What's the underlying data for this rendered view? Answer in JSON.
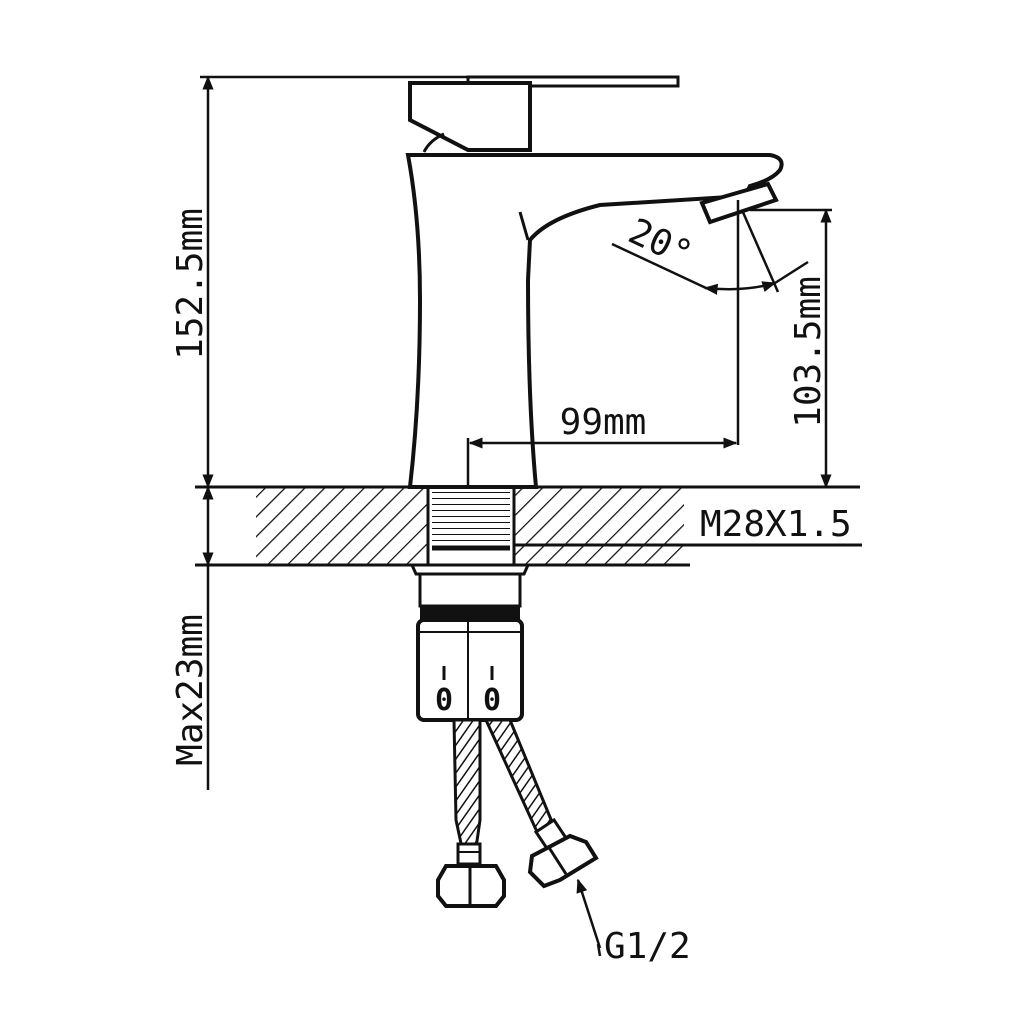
{
  "dimensions": {
    "total_height": "152.5mm",
    "spout_height": "103.5mm",
    "spout_reach": "99mm",
    "spout_angle": "20°",
    "max_deck_thickness": "Max23mm",
    "thread_spec": "M28X1.5",
    "hose_connection": "G1/2"
  },
  "hose_markings": {
    "left": "0",
    "right": "0"
  },
  "colors": {
    "line": "#111111",
    "background": "#ffffff"
  }
}
